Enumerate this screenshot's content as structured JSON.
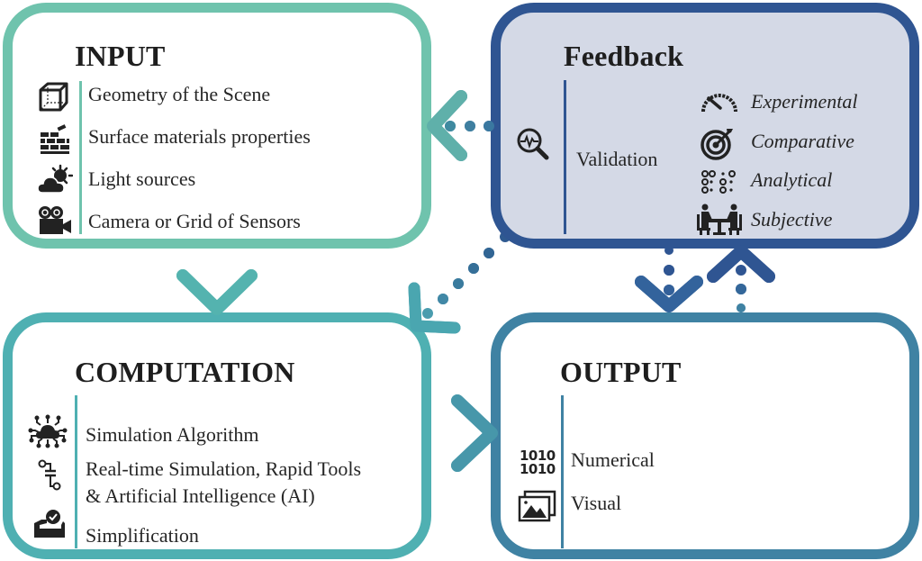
{
  "colors": {
    "input": "#6fc3ad",
    "feedback": "#2f5592",
    "feedback_fill": "#d4d9e6",
    "computation": "#4fb0b2",
    "output": "#3f82a3"
  },
  "input": {
    "title": "INPUT",
    "items": [
      {
        "icon": "cube-icon",
        "label": "Geometry of the Scene"
      },
      {
        "icon": "brick-wall-icon",
        "label": "Surface materials properties"
      },
      {
        "icon": "sun-cloud-icon",
        "label": "Light sources"
      },
      {
        "icon": "movie-camera-icon",
        "label": "Camera or Grid of Sensors"
      }
    ]
  },
  "feedback": {
    "title": "Feedback",
    "category": {
      "icon": "magnifier-pulse-icon",
      "label": "Validation"
    },
    "items": [
      {
        "icon": "gauge-icon",
        "label": "Experimental"
      },
      {
        "icon": "target-icon",
        "label": "Comparative"
      },
      {
        "icon": "dots-grid-icon",
        "label": "Analytical"
      },
      {
        "icon": "meeting-icon",
        "label": "Subjective"
      }
    ]
  },
  "computation": {
    "title": "COMPUTATION",
    "items": [
      {
        "icon": "cloud-circuit-icon",
        "label": "Simulation Algorithm"
      },
      {
        "icon": "workflow-icon",
        "label": "Real-time Simulation, Rapid Tools",
        "label2": "& Artificial Intelligence (AI)"
      },
      {
        "icon": "tray-check-icon",
        "label": "Simplification"
      }
    ]
  },
  "output": {
    "title": "OUTPUT",
    "items": [
      {
        "icon": "binary-icon",
        "label": "Numerical",
        "glyph": "1010"
      },
      {
        "icon": "images-icon",
        "label": "Visual"
      }
    ]
  },
  "connectors": [
    {
      "from": "input",
      "to": "computation",
      "style": "solid"
    },
    {
      "from": "computation",
      "to": "output",
      "style": "solid"
    },
    {
      "from": "feedback",
      "to": "input",
      "style": "dotted"
    },
    {
      "from": "feedback",
      "to": "computation",
      "style": "dotted"
    },
    {
      "from": "feedback",
      "to": "output",
      "style": "dotted"
    },
    {
      "from": "output",
      "to": "feedback",
      "style": "dotted"
    }
  ]
}
